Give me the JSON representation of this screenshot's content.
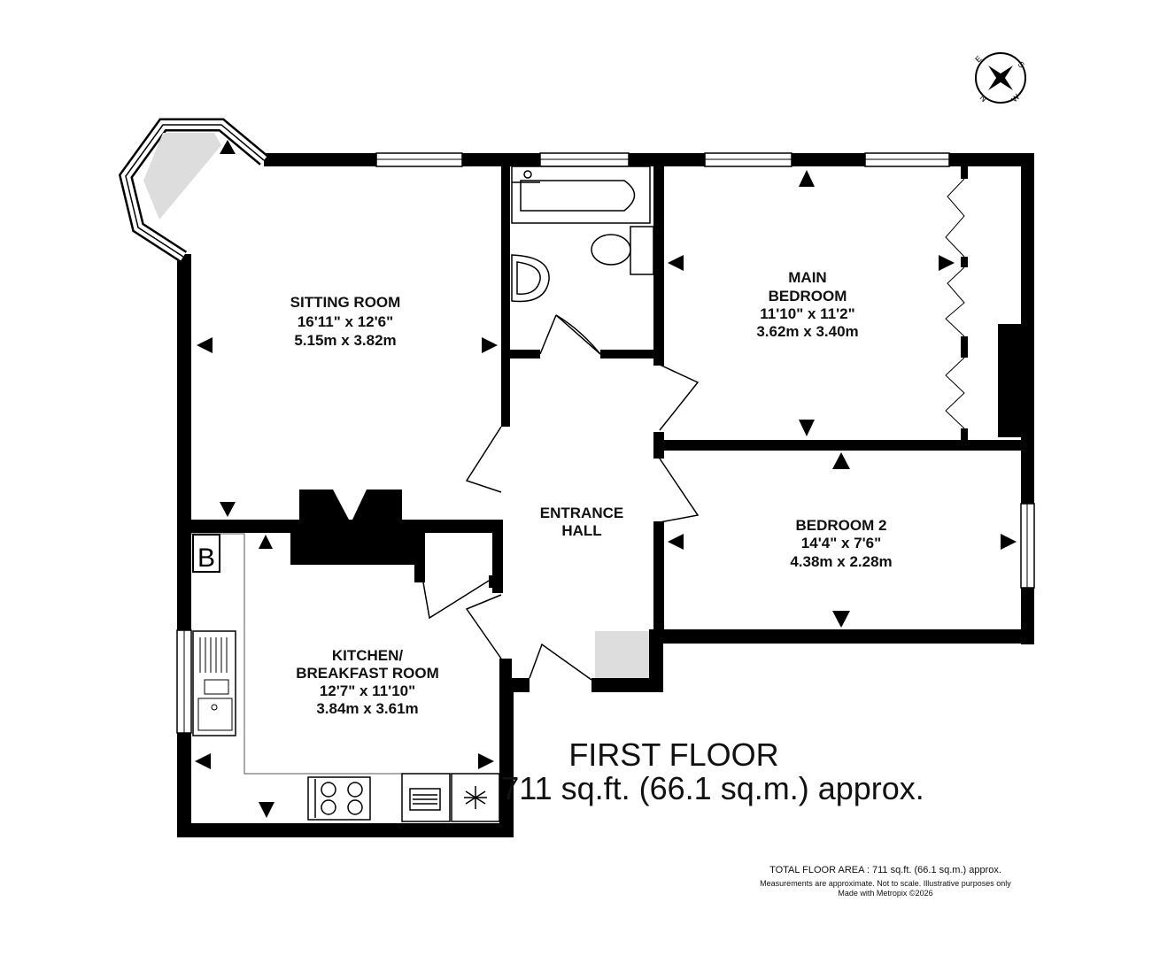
{
  "floor": {
    "title": "FIRST  FLOOR",
    "area": "711 sq.ft. (66.1 sq.m.) approx."
  },
  "rooms": {
    "sitting": {
      "name": "SITTING ROOM",
      "imperial": "16'11\"  x 12'6\"",
      "metric": "5.15m  x 3.82m"
    },
    "main_bedroom": {
      "name_1": "MAIN",
      "name_2": "BEDROOM",
      "imperial": "11'10\"  x 11'2\"",
      "metric": "3.62m  x 3.40m"
    },
    "bedroom2": {
      "name": "BEDROOM 2",
      "imperial": "14'4\"  x 7'6\"",
      "metric": "4.38m  x 2.28m"
    },
    "kitchen": {
      "name_1": "KITCHEN/",
      "name_2": "BREAKFAST ROOM",
      "imperial": "12'7\"  x 11'10\"",
      "metric": "3.84m  x 3.61m"
    },
    "hall": {
      "name_1": "ENTRANCE",
      "name_2": "HALL"
    }
  },
  "boiler_label": "B",
  "compass_letters": {
    "n": "N",
    "s": "S",
    "e": "E",
    "w": "W"
  },
  "footer": {
    "total": "TOTAL FLOOR AREA : 711 sq.ft. (66.1 sq.m.) approx.",
    "note": "Measurements are approximate.  Not to scale.  Illustrative purposes only",
    "credit": "Made with Metropix ©2026"
  },
  "colors": {
    "wall": "#000000",
    "fixture": "#dddddd",
    "window": "#ffffff"
  },
  "icons": [
    "compass-icon",
    "bath-icon",
    "toilet-icon",
    "basin-icon",
    "sink-icon",
    "hob-icon",
    "microwave-icon",
    "fridge-freezer-icon",
    "boiler-icon"
  ]
}
